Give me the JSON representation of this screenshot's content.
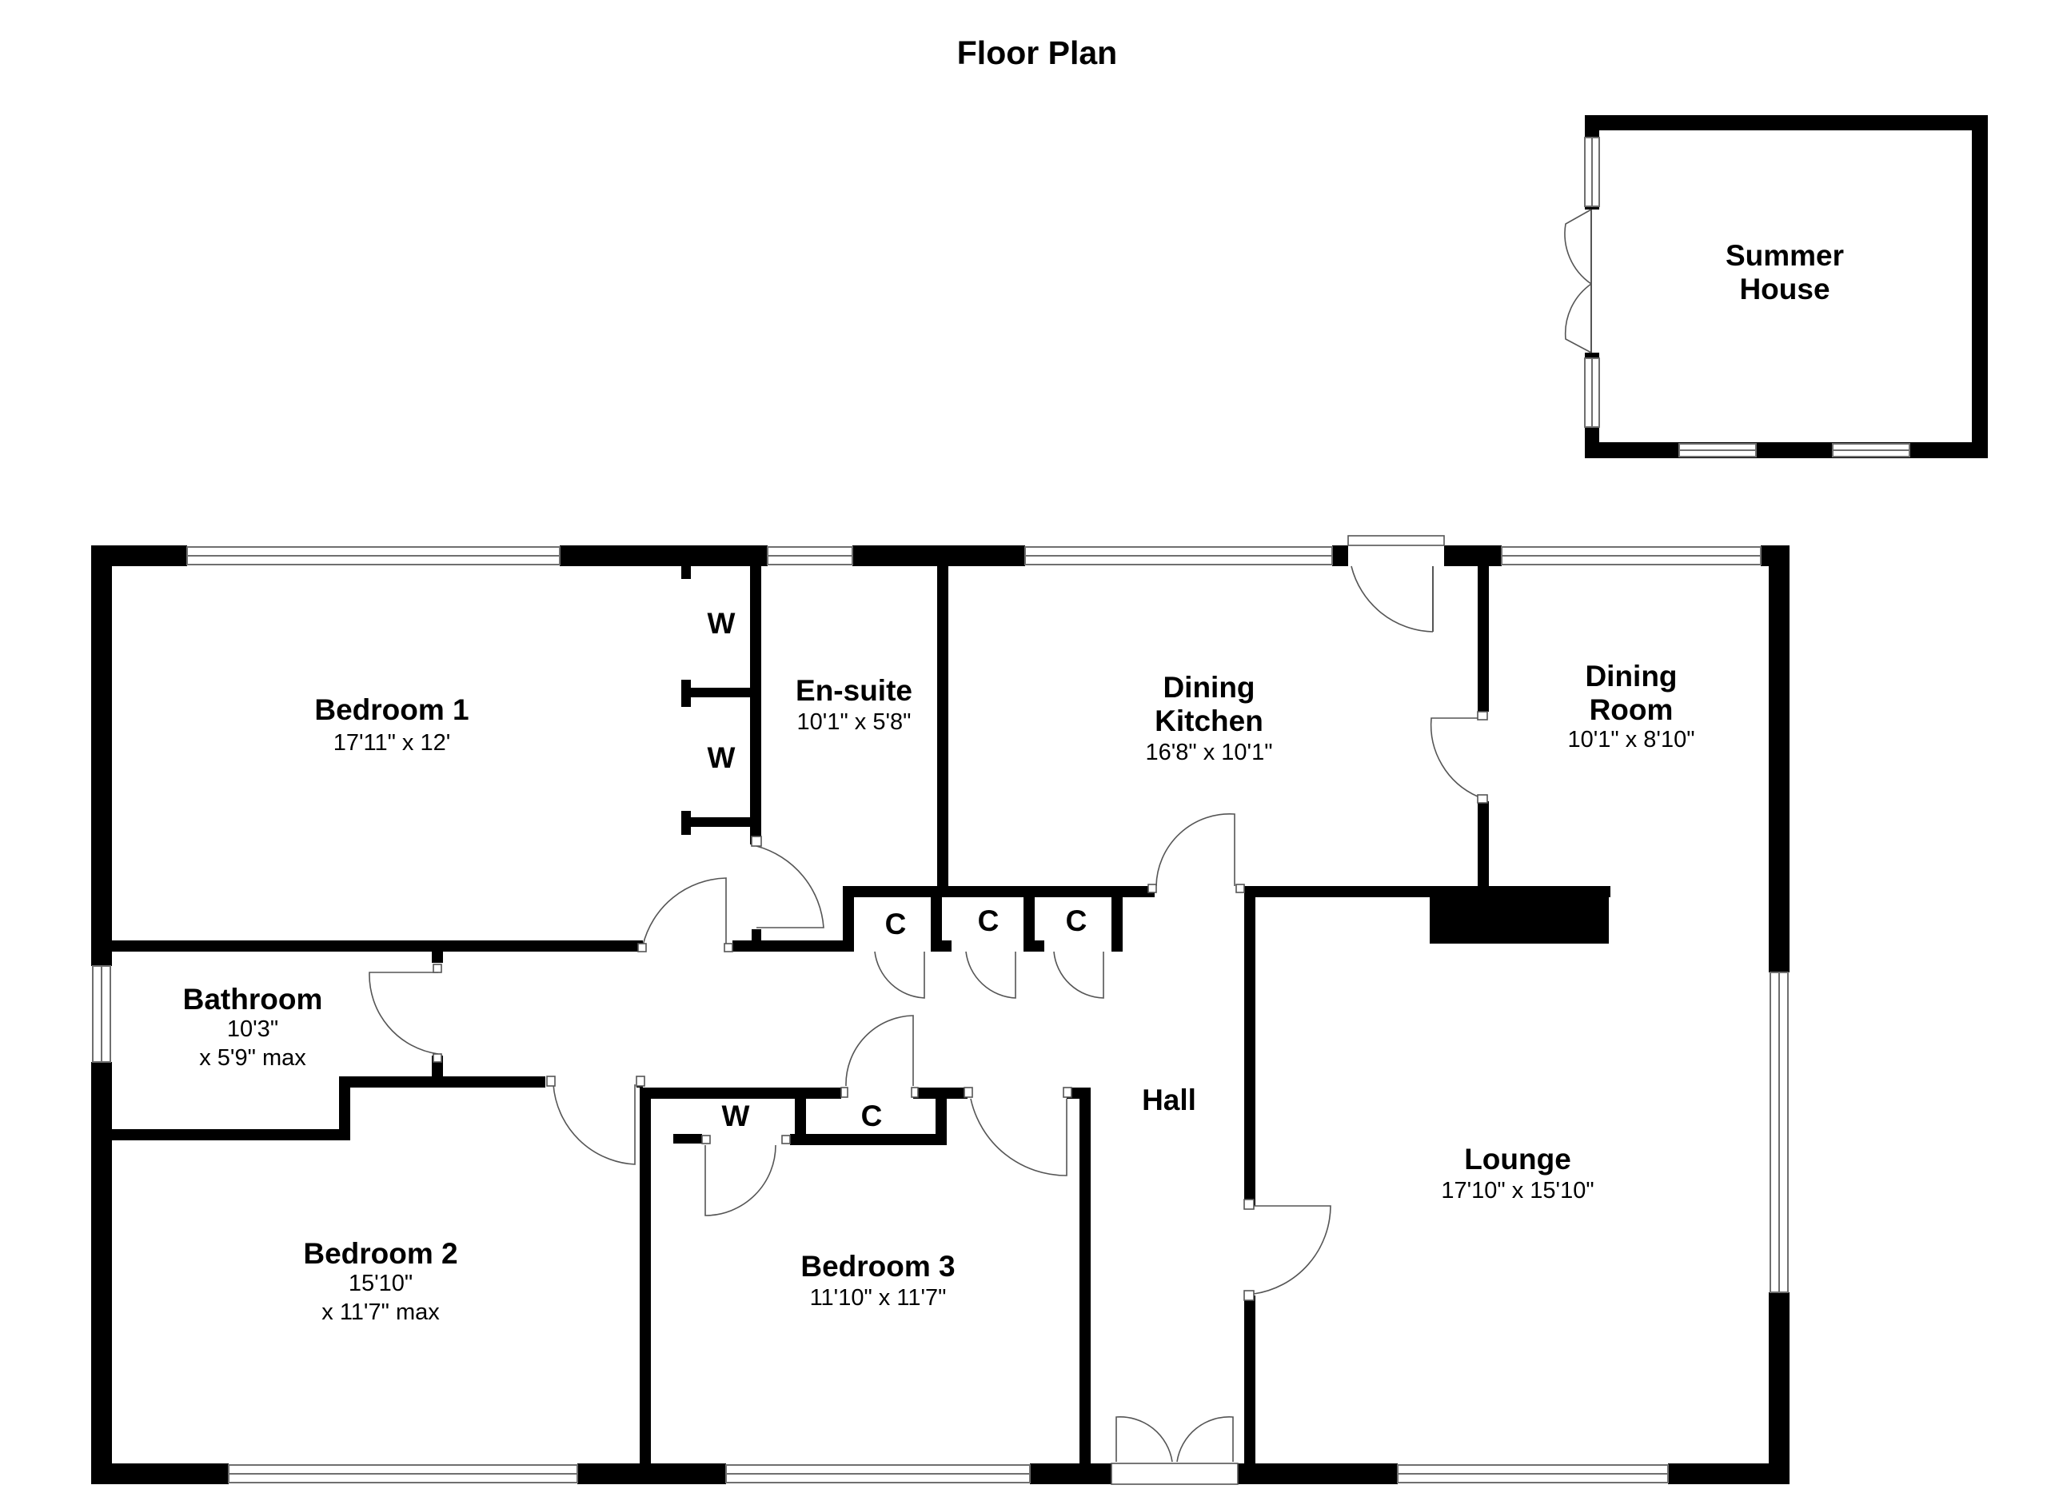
{
  "title": "Floor Plan",
  "rooms": {
    "bedroom1": {
      "name": "Bedroom 1",
      "dim": "17'11\" x 12'"
    },
    "ensuite": {
      "name": "En-suite",
      "dim": "10'1\" x 5'8\""
    },
    "dining_kitchen": {
      "name_line1": "Dining",
      "name_line2": "Kitchen",
      "dim": "16'8\" x 10'1\""
    },
    "dining_room": {
      "name_line1": "Dining",
      "name_line2": "Room",
      "dim": "10'1\" x 8'10\""
    },
    "bathroom": {
      "name": "Bathroom",
      "dim_line1": "10'3\"",
      "dim_line2": "x 5'9\" max"
    },
    "hall": {
      "name": "Hall"
    },
    "lounge": {
      "name": "Lounge",
      "dim": "17'10\" x 15'10\""
    },
    "bedroom2": {
      "name": "Bedroom 2",
      "dim_line1": "15'10\"",
      "dim_line2": "x 11'7\" max"
    },
    "bedroom3": {
      "name": "Bedroom 3",
      "dim": "11'10\" x 11'7\""
    },
    "summer_house": {
      "name_line1": "Summer",
      "name_line2": "House"
    }
  },
  "storage_labels": {
    "wardrobe": "W",
    "cupboard": "C"
  }
}
